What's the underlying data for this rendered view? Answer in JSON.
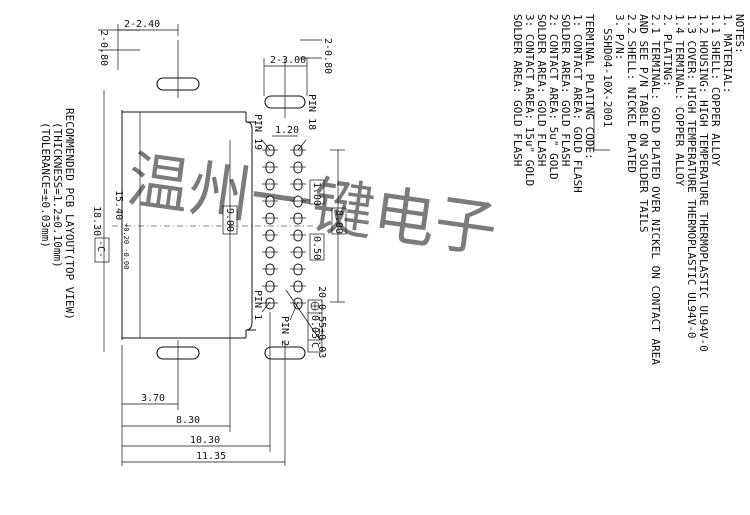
{
  "notes": {
    "title": "NOTES:",
    "lines": [
      "1. MATERIAL:",
      "1.1  SHELL: COPPER ALLOY",
      "1.2  HOUSING: HIGH TEMPERATURE THERMOPLASTIC UL94V-0",
      "1.3  COVER: HIGH TEMPERATURE THERMOPLASTIC UL94V-0",
      "1.4  TERMINAL: COPPER ALLOY",
      "2. PLATING:",
      "2.1  TERMINAL: GOLD PLATED OVER NICKEL ON CONTACT AREA",
      "       AND SEE P/N TABLE ON SOLDER TAILS",
      "2.2  SHELL: NICKEL PLATED",
      "3. P/N:"
    ],
    "part_number": "SSHD04-10X-2001",
    "plating_code_title": "TERMINAL PLATING CODE:",
    "plating_codes": [
      "1:  CONTACT AREA: GOLD FLASH",
      "      SOLDER AREA: GOLD FLASH",
      "2:  CONTACT AREA: 5u\" GOLD",
      "      SOLDER AREA: GOLD FLASH",
      "3:  CONTACT AREA: 15u\" GOLD",
      "      SOLDER AREA: GOLD FLASH"
    ]
  },
  "layout_caption": [
    "RECOMMENDED PCB LAYOUT(TOP VIEW)",
    "(THICKNESS=1.2±0.10mm)",
    "(TOLERANCE=±0.03mm)"
  ],
  "pins": {
    "pin19": "PIN 19",
    "pin18": "PIN 18",
    "pin1": "PIN 1",
    "pin2": "PIN 2"
  },
  "dimensions": {
    "d_2_40": "2-2.40",
    "d_2_080_left": "2-0.80",
    "d_2_300": "2-3.00",
    "d_2_080_right": "2-0.80",
    "d_1_20": "1.20",
    "d_1_00": "1.00",
    "d_8_00": "8.00",
    "d_9_00": "9.00",
    "d_0_50": "0.50",
    "d_15_40": "15.40",
    "d_15_40_tol": "+0.20 -0.00",
    "d_18_30": "18.30",
    "datum_c": "-C-",
    "d_pad": "20-0.55±0.03",
    "gdt": "0.05",
    "gdt_datum": "C",
    "d_3_70": "3.70",
    "d_8_30": "8.30",
    "d_10_30": "10.30",
    "d_11_35": "11.35"
  },
  "watermark": "温州一键电子"
}
